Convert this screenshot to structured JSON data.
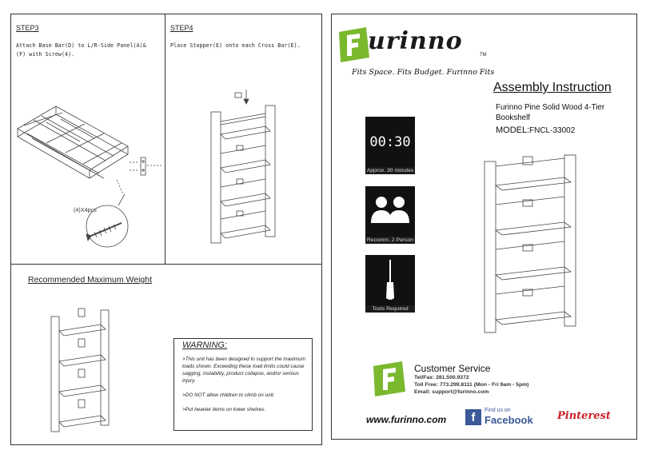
{
  "steps": {
    "step3": {
      "title": "STEP3",
      "text_line1": "Attach Base Bar(D) to L/R-Side Panel(A)&",
      "text_line2": "(F) with Screw(4).",
      "screw_label": "(4)X4pcs"
    },
    "step4": {
      "title": "STEP4",
      "text": "Place Stopper(E) onto each Cross Bar(E)."
    }
  },
  "weight": {
    "title": "Recommended Maximum Weight"
  },
  "warning": {
    "title": "WARNING:",
    "p1": ">This unit has been designed to support the maximum loads shown. Exceeding these load limits could cause sagging, instability, product collapse, and/or serious injury.",
    "p2": ">DO NOT allow children to climb on unit.",
    "p3": ">Put heavier items on lower shelves."
  },
  "brand": {
    "name": "urinno",
    "tm": "TM",
    "tagline": "Fits Space. Fits Budget. Furinno Fits",
    "website": "www.furinno.com"
  },
  "manual": {
    "title": "Assembly Instruction",
    "product_line1": "Furinno Pine Solid Wood  4-Tier",
    "product_line2": "Bookshelf",
    "model_label": "MODEL:",
    "model_value": "FNCL-33002"
  },
  "info_tiles": {
    "time": {
      "value": "00:30",
      "caption": "Approx. 30 minutes"
    },
    "persons": {
      "caption": "Recomm. 2 Person"
    },
    "tools": {
      "caption": "Tools Required"
    }
  },
  "customer_service": {
    "title": "Customer Service",
    "tel_fax": "Tel/Fax: 281.500.9372",
    "toll_free": "Toll Free: 773.299.8111 (Mon - Fri 9am - 5pm)",
    "email": "Email: support@furinno.com"
  },
  "social": {
    "facebook_small": "Find us on",
    "facebook_big": "Facebook",
    "pinterest": "Pinterest"
  },
  "colors": {
    "brand_green": "#7ab82e",
    "tile_bg": "#111111",
    "facebook_blue": "#3b5998",
    "pinterest_red": "#cb2027"
  }
}
